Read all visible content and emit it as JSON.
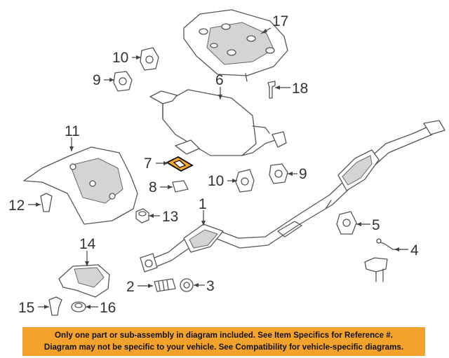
{
  "callouts": {
    "c1": "1",
    "c2": "2",
    "c3": "3",
    "c4": "4",
    "c5": "5",
    "c6": "6",
    "c7": "7",
    "c8": "8",
    "c9a": "9",
    "c9b": "9",
    "c10a": "10",
    "c10b": "10",
    "c11": "11",
    "c12": "12",
    "c13": "13",
    "c14": "14",
    "c15": "15",
    "c16": "16",
    "c17": "17",
    "c18": "18"
  },
  "highlighted_part": "7",
  "colors": {
    "banner": "#f3a22c",
    "highlight": "#f5a623"
  },
  "notice": {
    "line1": "Only one part or sub-assembly in diagram included. See Item Specifics for Reference #.",
    "line2": "Diagram may not be specific to your vehicle. See Compatibility for vehicle-specific diagrams."
  }
}
